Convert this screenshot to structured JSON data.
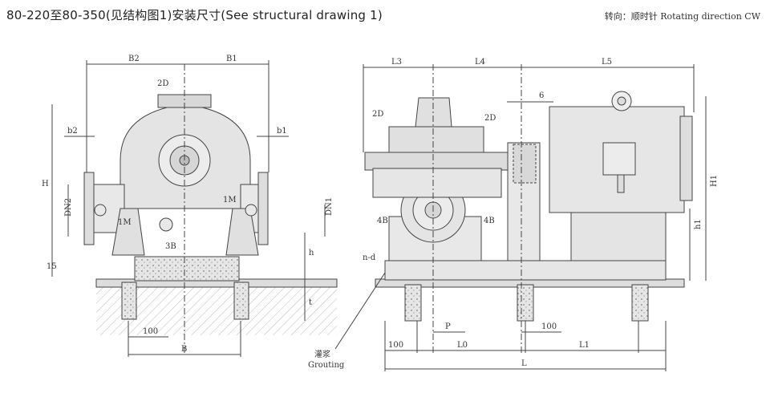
{
  "header": {
    "title": "80-220至80-350(见结构图1)安装尺寸(See  structural  drawing  1)",
    "rotation": "转向：顺时针 Rotating direction CW"
  },
  "front_view": {
    "labels": {
      "b2_top": "B2",
      "b1_top": "B1",
      "d2_top": "2D",
      "b2_small": "b2",
      "b1_small": "b1",
      "h": "H",
      "dn2": "DN2",
      "dn1": "DN1",
      "m_left": "1M",
      "m_right": "1M",
      "b3": "3B",
      "dim15": "15",
      "h_small": "h",
      "t": "t",
      "dim100": "100",
      "b_bottom": "B"
    }
  },
  "side_view": {
    "labels": {
      "l3": "L3",
      "l4": "L4",
      "l5": "L5",
      "six": "6",
      "d2_left": "2D",
      "d2_right": "2D",
      "b4_left": "4B",
      "b4_right": "4B",
      "nd": "n-d",
      "h1": "H1",
      "h1_small": "h1",
      "p": "P",
      "dim100_mid": "100",
      "dim100_left": "100",
      "l0": "L0",
      "l1": "L1",
      "l_total": "L",
      "grout_cn": "灌浆",
      "grout_en": "Grouting"
    }
  }
}
